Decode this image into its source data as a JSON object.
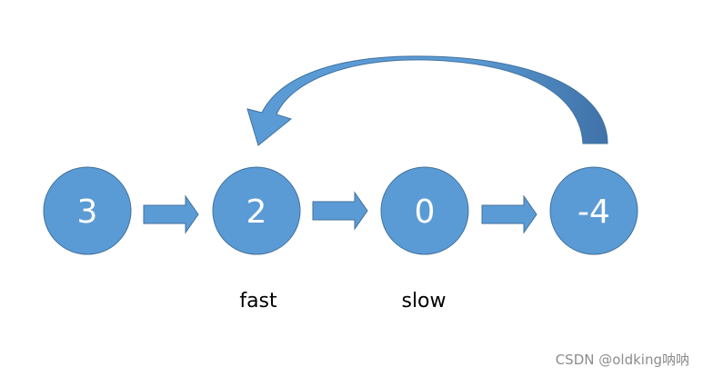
{
  "nodes": [
    {
      "value": "3"
    },
    {
      "value": "2"
    },
    {
      "value": "0"
    },
    {
      "value": "-4"
    }
  ],
  "pointers": {
    "fast": "fast",
    "slow": "slow"
  },
  "watermark": "CSDN @oldking呐呐",
  "colors": {
    "node_fill": "#5b9bd5",
    "node_stroke": "#41719c",
    "curve_dark": "#41719c"
  }
}
